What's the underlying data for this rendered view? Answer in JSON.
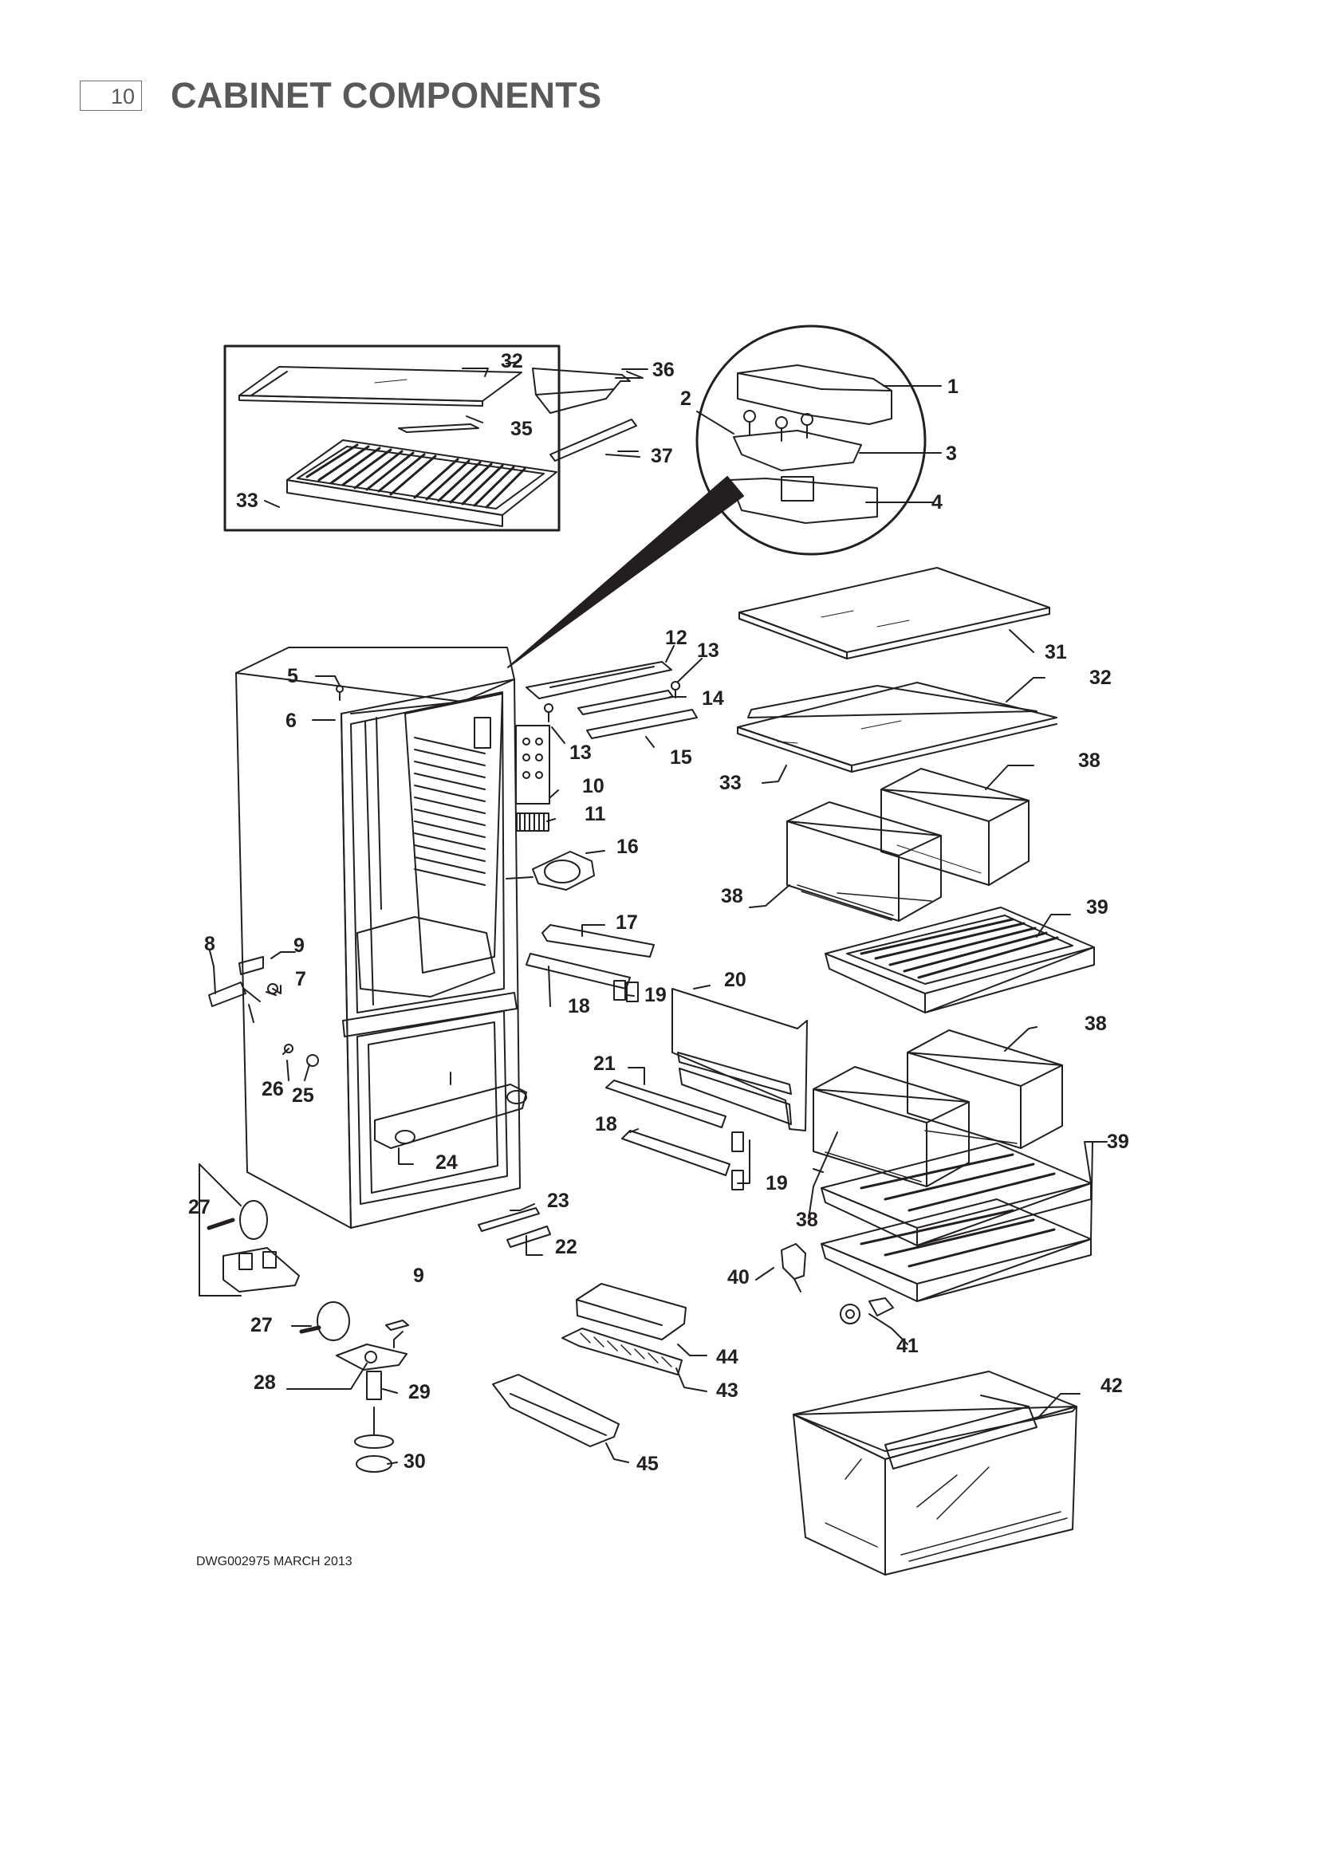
{
  "header": {
    "page_number": "10",
    "title": "CABINET COMPONENTS"
  },
  "footer": {
    "drawing_ref": "DWG002975   MARCH 2013"
  },
  "callouts": [
    {
      "id": "c1",
      "label": "1"
    },
    {
      "id": "c2",
      "label": "2"
    },
    {
      "id": "c3",
      "label": "3"
    },
    {
      "id": "c4",
      "label": "4"
    },
    {
      "id": "c5",
      "label": "5"
    },
    {
      "id": "c6",
      "label": "6"
    },
    {
      "id": "c7",
      "label": "7"
    },
    {
      "id": "c8",
      "label": "8"
    },
    {
      "id": "c9a",
      "label": "9"
    },
    {
      "id": "c9b",
      "label": "9"
    },
    {
      "id": "c10",
      "label": "10"
    },
    {
      "id": "c11",
      "label": "11"
    },
    {
      "id": "c12",
      "label": "12"
    },
    {
      "id": "c13a",
      "label": "13"
    },
    {
      "id": "c13b",
      "label": "13"
    },
    {
      "id": "c14",
      "label": "14"
    },
    {
      "id": "c15",
      "label": "15"
    },
    {
      "id": "c16",
      "label": "16"
    },
    {
      "id": "c17",
      "label": "17"
    },
    {
      "id": "c18a",
      "label": "18"
    },
    {
      "id": "c18b",
      "label": "18"
    },
    {
      "id": "c19a",
      "label": "19"
    },
    {
      "id": "c19b",
      "label": "19"
    },
    {
      "id": "c20",
      "label": "20"
    },
    {
      "id": "c21",
      "label": "21"
    },
    {
      "id": "c22",
      "label": "22"
    },
    {
      "id": "c23",
      "label": "23"
    },
    {
      "id": "c24",
      "label": "24"
    },
    {
      "id": "c25",
      "label": "25"
    },
    {
      "id": "c26",
      "label": "26"
    },
    {
      "id": "c27a",
      "label": "27"
    },
    {
      "id": "c27b",
      "label": "27"
    },
    {
      "id": "c28",
      "label": "28"
    },
    {
      "id": "c29",
      "label": "29"
    },
    {
      "id": "c30",
      "label": "30"
    },
    {
      "id": "c31",
      "label": "31"
    },
    {
      "id": "c32a",
      "label": "32"
    },
    {
      "id": "c32b",
      "label": "32"
    },
    {
      "id": "c33a",
      "label": "33"
    },
    {
      "id": "c33b",
      "label": "33"
    },
    {
      "id": "c35",
      "label": "35"
    },
    {
      "id": "c36",
      "label": "36"
    },
    {
      "id": "c37",
      "label": "37"
    },
    {
      "id": "c38a",
      "label": "38"
    },
    {
      "id": "c38b",
      "label": "38"
    },
    {
      "id": "c38c",
      "label": "38"
    },
    {
      "id": "c38d",
      "label": "38"
    },
    {
      "id": "c39a",
      "label": "39"
    },
    {
      "id": "c39b",
      "label": "39"
    },
    {
      "id": "c40",
      "label": "40"
    },
    {
      "id": "c41",
      "label": "41"
    },
    {
      "id": "c42",
      "label": "42"
    },
    {
      "id": "c43",
      "label": "43"
    },
    {
      "id": "c44",
      "label": "44"
    },
    {
      "id": "c45",
      "label": "45"
    }
  ],
  "colors": {
    "line": "#231f20",
    "heading": "#58595b",
    "page_box_border": "#6d6e71"
  }
}
